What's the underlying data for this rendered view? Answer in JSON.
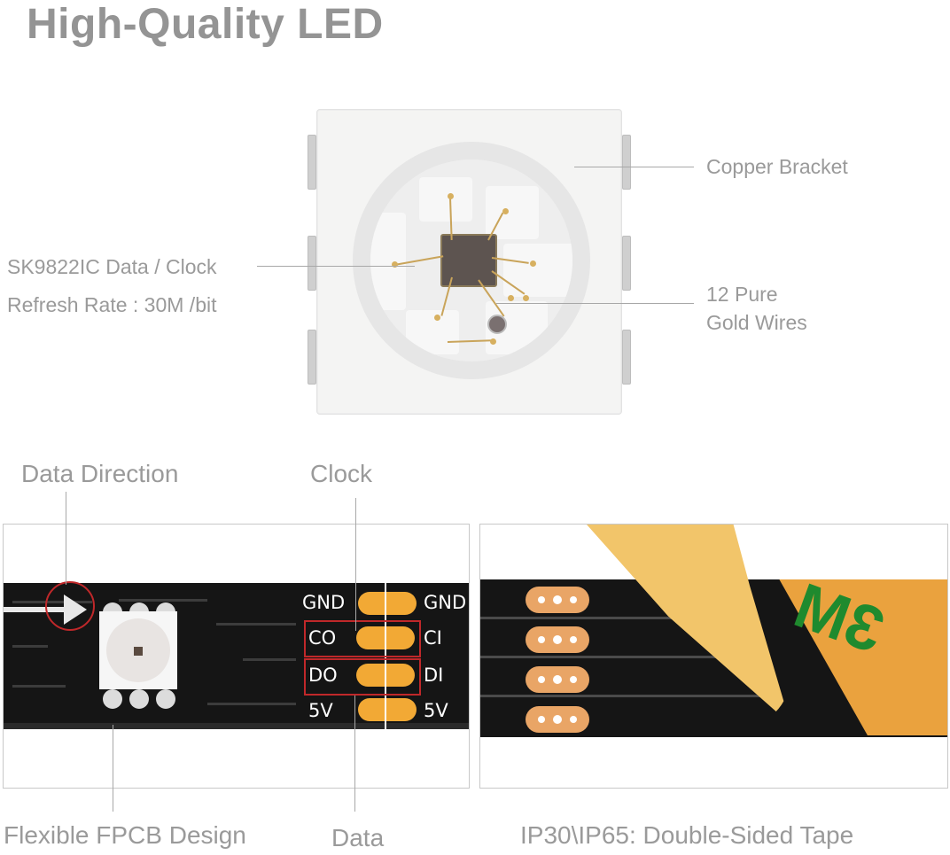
{
  "title": "High-Quality LED",
  "led_closeup": {
    "labels": {
      "ic": "SK9822IC  Data / Clock",
      "refresh": "Refresh Rate : 30M /bit",
      "bracket": "Copper Bracket",
      "wires_line1": "12 Pure",
      "wires_line2": "Gold Wires"
    }
  },
  "strip_panel": {
    "labels": {
      "data_direction": "Data Direction",
      "clock": "Clock",
      "fpcb": "Flexible FPCB Design",
      "data": "Data"
    },
    "pins_left": [
      "GND",
      "CO",
      "DO",
      "5V"
    ],
    "pins_right": [
      "GND",
      "CI",
      "DI",
      "5V"
    ]
  },
  "tape_panel": {
    "caption": "IP30\\IP65: Double-Sided Tape",
    "brand_mark": "3M"
  },
  "colors": {
    "text_gray": "#9a9a9a",
    "pad_orange": "#f2a935",
    "copper_pad": "#e9a566",
    "highlight_red": "#c0282a",
    "tape_yellow": "#f0b24c",
    "brand_green": "#1f8a2e"
  }
}
